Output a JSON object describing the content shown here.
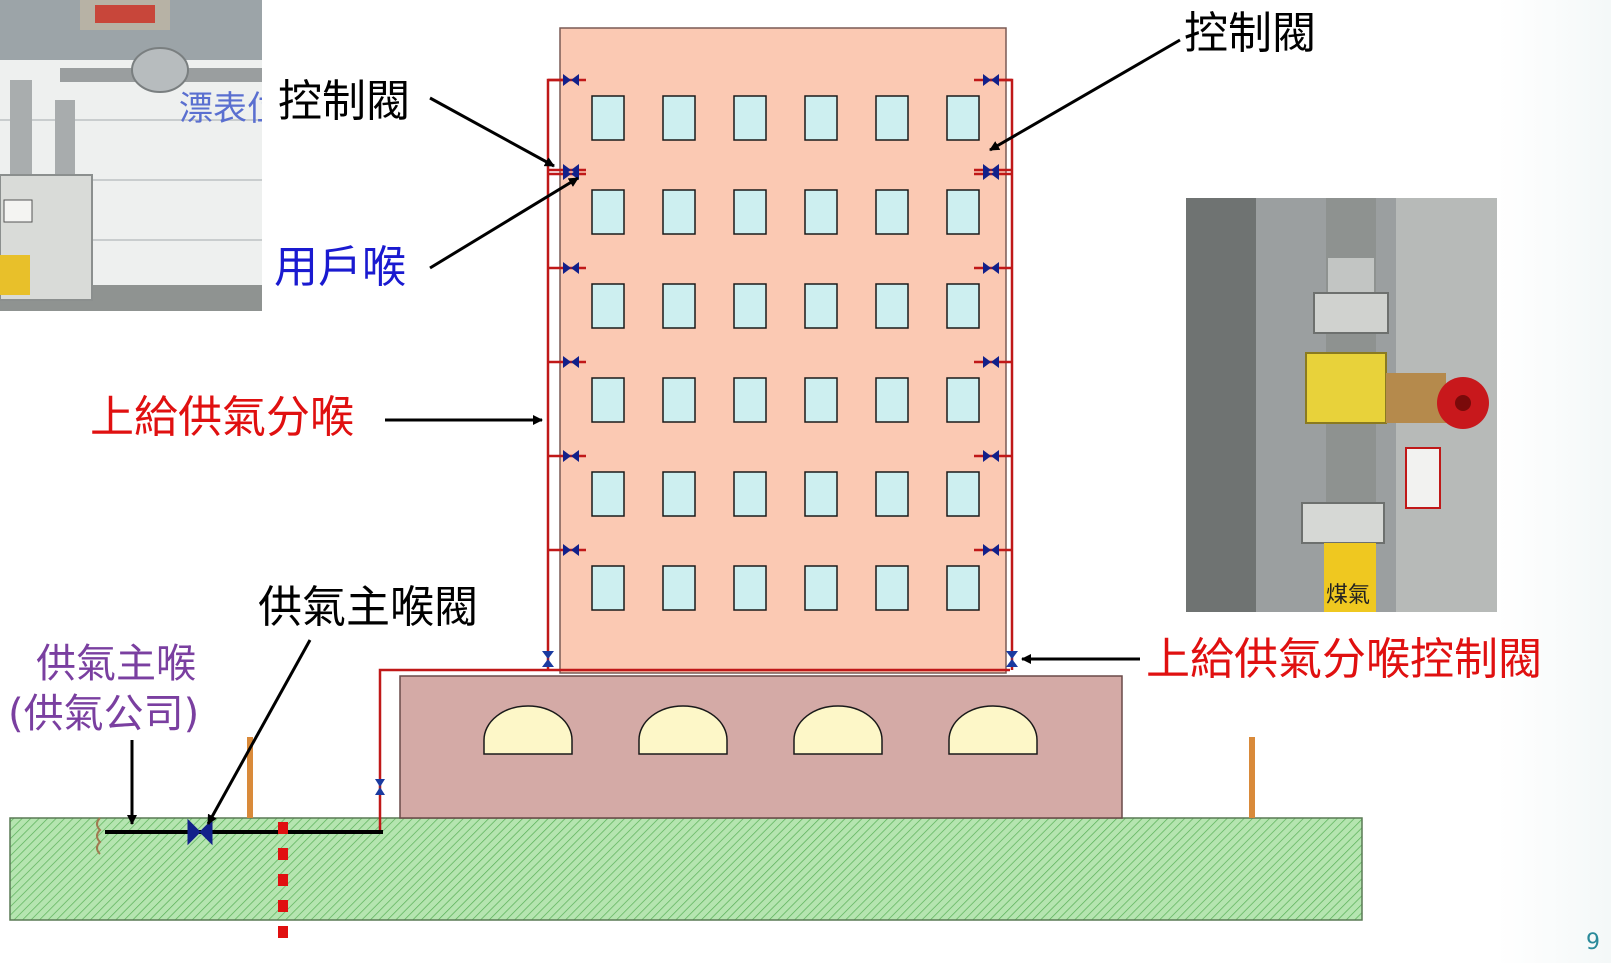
{
  "labels": {
    "control_valve_left": "控制閥",
    "control_valve_right": "控制閥",
    "user_riser": "用戶喉",
    "supply_branch": "上給供氣分喉",
    "main_valve": "供氣主喉閥",
    "main_pipe_line1": "供氣主喉",
    "main_pipe_line2": "(供氣公司)",
    "branch_control_valve": "上給供氣分喉控制閥"
  },
  "photos": {
    "left": {
      "icon": "gas-meter-photo",
      "handwriting": "漂表位"
    },
    "right": {
      "icon": "gas-valve-photo",
      "pipe_text": "煤氣"
    }
  },
  "page_number": "9",
  "colors": {
    "black_label": "#000000",
    "blue_label": "#1a1ad0",
    "red_label": "#e01010",
    "purple_label": "#7a3fa0",
    "building": "#fbc9b3",
    "podium": "#d4aaa6",
    "window": "#cdeff0",
    "arch": "#fdf7c8",
    "ground": "#b5e5b0",
    "riser": "#c01818",
    "valve": "#12208a"
  },
  "layout": {
    "floors": 6,
    "windows_per_floor": 6,
    "arches": 4
  }
}
